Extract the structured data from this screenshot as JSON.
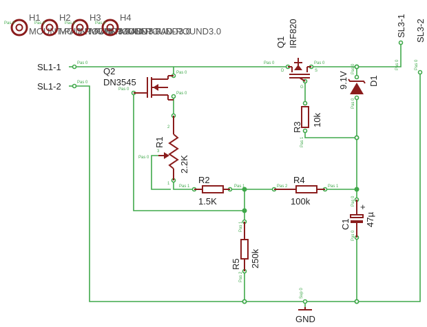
{
  "holes": [
    {
      "name": "H1",
      "pad": "Pas 0",
      "value": "MOUNT-PAD-ROUND3.0"
    },
    {
      "name": "H2",
      "pad": "Pas 0",
      "value": "MOUNT-PAD-ROUND3.0"
    },
    {
      "name": "H3",
      "pad": "Pas 0",
      "value": "MOUNT-PAD-ROUND3.0"
    },
    {
      "name": "H4",
      "pad": "Pas 0",
      "value": "MOUNT-PAD-ROUND3.0"
    }
  ],
  "connectors": {
    "sl1_1": "SL1-1",
    "sl1_2": "SL1-2",
    "sl3_1": "SL3-1",
    "sl3_2": "SL3-2"
  },
  "components": {
    "q1": {
      "name": "Q1",
      "value": "IRF820"
    },
    "q2": {
      "name": "Q2",
      "value": "DN3545"
    },
    "r1": {
      "name": "R1",
      "value": "2.2K",
      "pin3": "3",
      "pin2": "2",
      "pin1": "1"
    },
    "r2": {
      "name": "R2",
      "value": "1.5K"
    },
    "r3": {
      "name": "R3",
      "value": "10k"
    },
    "r4": {
      "name": "R4",
      "value": "100k"
    },
    "r5": {
      "name": "R5",
      "value": "250k"
    },
    "c1": {
      "name": "C1",
      "value": "47µ",
      "plus": "+"
    },
    "d1": {
      "name": "D1",
      "value": "9.1V"
    }
  },
  "ground": "GND",
  "pin_labels": {
    "pas0": "Pas 0",
    "pas1": "Pas 1",
    "pas2": "Pas 2",
    "sup0": "Sup 0",
    "d": "D",
    "s": "S",
    "g": "G"
  }
}
